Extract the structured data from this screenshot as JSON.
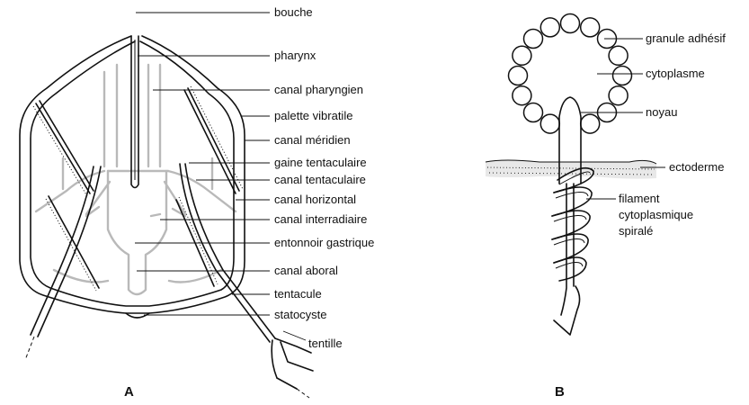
{
  "panels": {
    "a": "A",
    "b": "B"
  },
  "labels_a": {
    "bouche": "bouche",
    "pharynx": "pharynx",
    "canal_pharyngien": "canal pharyngien",
    "palette_vibratile": "palette vibratile",
    "canal_meridien": "canal méridien",
    "gaine_tentaculaire": "gaine tentaculaire",
    "canal_tentaculaire": "canal tentaculaire",
    "canal_horizontal": "canal horizontal",
    "canal_interradiaire": "canal interradiaire",
    "entonnoir_gastrique": "entonnoir gastrique",
    "canal_aboral": "canal aboral",
    "tentacule": "tentacule",
    "statocyste": "statocyste",
    "tentille": "tentille"
  },
  "labels_b": {
    "granule_adhesif": "granule adhésif",
    "cytoplasme": "cytoplasme",
    "noyau": "noyau",
    "ectoderme": "ectoderme",
    "filament_line1": "filament",
    "filament_line2": "cytoplasmique",
    "filament_line3": "spiralé"
  }
}
